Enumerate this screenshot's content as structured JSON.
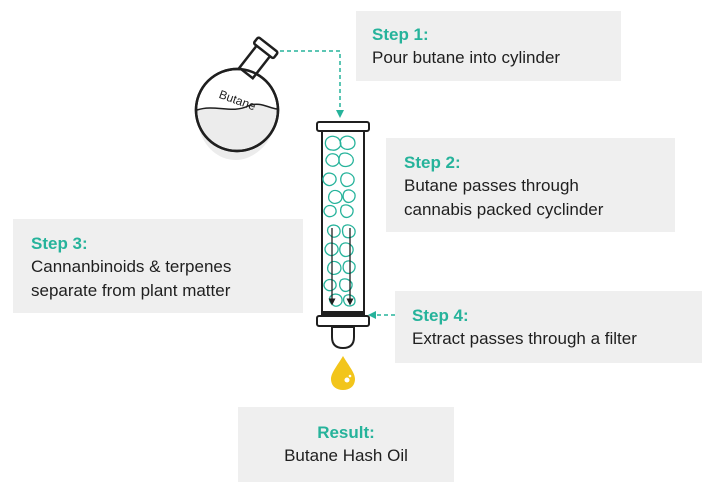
{
  "flask": {
    "label": "Butane"
  },
  "steps": [
    {
      "title": "Step 1:",
      "lines": [
        "Pour butane into cylinder"
      ]
    },
    {
      "title": "Step 2:",
      "lines": [
        "Butane passes through",
        "cannabis packed cyclinder"
      ]
    },
    {
      "title": "Step 3:",
      "lines": [
        "Cannanbinoids & terpenes",
        "separate from plant matter"
      ]
    },
    {
      "title": "Step 4:",
      "lines": [
        "Extract passes through a filter"
      ]
    }
  ],
  "result": {
    "title": "Result:",
    "text": "Butane Hash Oil"
  },
  "colors": {
    "accent": "#26b39b",
    "box": "#efefef",
    "oil": "#f2c51b",
    "outline": "#1f1f1f"
  }
}
